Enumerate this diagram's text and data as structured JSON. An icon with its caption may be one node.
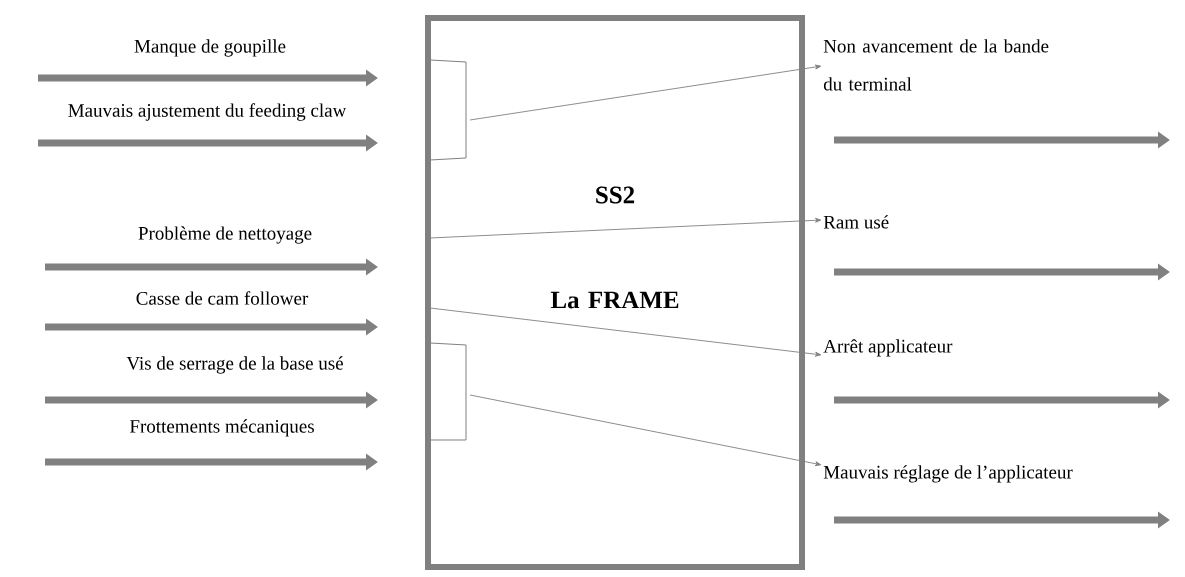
{
  "diagram": {
    "nodes": [
      {
        "text": [
          "SS2",
          "La FRAME"
        ]
      },
      {
        "text": [
          "Non avancement de la bande du terminal"
        ]
      },
      {
        "text": [
          "Ram usé"
        ]
      },
      {
        "text": [
          "Arrêt applicateur"
        ]
      },
      {
        "text": [
          "Mauvais réglage de l’applicateur"
        ]
      }
    ],
    "edges": [
      {
        "from": null,
        "to": 0,
        "arrow": "to",
        "label": "Manque de goupille"
      },
      {
        "from": null,
        "to": 0,
        "arrow": "to",
        "label": "Mauvais ajustement du feeding claw"
      },
      {
        "from": null,
        "to": 0,
        "arrow": "to",
        "label": "Problème de nettoyage"
      },
      {
        "from": null,
        "to": 0,
        "arrow": "to",
        "label": "Casse de cam follower"
      },
      {
        "from": null,
        "to": 0,
        "arrow": "to",
        "label": "Vis de serrage de la base usé"
      },
      {
        "from": null,
        "to": 0,
        "arrow": "to",
        "label": "Frottements mécaniques"
      },
      {
        "from": 0,
        "to": 1,
        "arrow": "to"
      },
      {
        "from": 0,
        "to": 2,
        "arrow": "to"
      },
      {
        "from": 0,
        "to": 3,
        "arrow": "to"
      },
      {
        "from": 0,
        "to": 4,
        "arrow": "to"
      },
      {
        "from": 1,
        "to": null,
        "arrow": "to"
      },
      {
        "from": 2,
        "to": null,
        "arrow": "to"
      },
      {
        "from": 3,
        "to": null,
        "arrow": "to"
      },
      {
        "from": 4,
        "to": null,
        "arrow": "to"
      }
    ]
  }
}
